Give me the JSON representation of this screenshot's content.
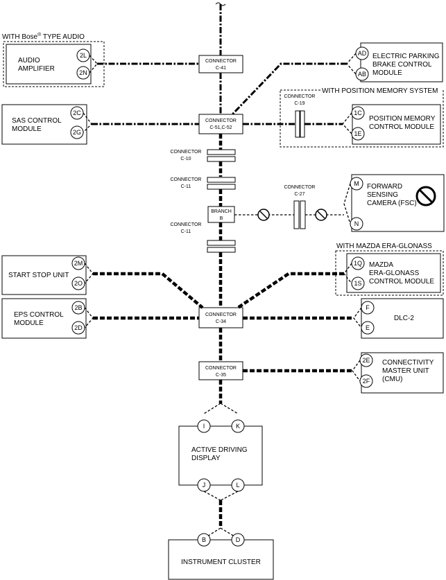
{
  "trunk": {
    "connector_c41": {
      "word": "CONNECTOR",
      "id": "C-41"
    },
    "connector_c51": {
      "word": "CONNECTOR",
      "id": "C-51,C-52"
    },
    "connector_c10": {
      "word": "CONNECTOR",
      "id": "C-10"
    },
    "connector_c11a": {
      "word": "CONNECTOR",
      "id": "C-11"
    },
    "branch_b": {
      "word": "BRANCH",
      "id": "B"
    },
    "connector_c11b": {
      "word": "CONNECTOR",
      "id": "C-11"
    },
    "connector_c34": {
      "word": "CONNECTOR",
      "id": "C-34"
    },
    "connector_c35": {
      "word": "CONNECTOR",
      "id": "C-35"
    }
  },
  "audio": {
    "group_prefix": "WITH Bose",
    "group_mark": "®",
    "group_suffix": " TYPE AUDIO",
    "name_line1": "AUDIO",
    "name_line2": "AMPLIFIER",
    "pins": [
      "2L",
      "2N"
    ]
  },
  "epb": {
    "name_line1": "ELECTRIC PARKING",
    "name_line2": "BRAKE CONTROL",
    "name_line3": "MODULE",
    "pins": [
      "AD",
      "AB"
    ]
  },
  "sas": {
    "name_line1": "SAS CONTROL",
    "name_line2": "MODULE",
    "pins": [
      "2C",
      "2G"
    ]
  },
  "position_memory": {
    "group_label": "WITH POSITION MEMORY SYSTEM",
    "connector_word": "CONNECTOR",
    "connector_id": "C-19",
    "name_line1": "POSITION MEMORY",
    "name_line2": "CONTROL MODULE",
    "pins": [
      "1C",
      "1E"
    ]
  },
  "fsc": {
    "connector_word": "CONNECTOR",
    "connector_id": "C-27",
    "name_line1": "FORWARD",
    "name_line2": "SENSING",
    "name_line3": "CAMERA (FSC)",
    "pins": [
      "M",
      "N"
    ]
  },
  "start_stop": {
    "name": "START STOP UNIT",
    "pins": [
      "2M",
      "2O"
    ]
  },
  "era_glonass": {
    "group_label": "WITH MAZDA ERA-GLONASS",
    "name_line1": "MAZDA",
    "name_line2": "ERA-GLONASS",
    "name_line3": "CONTROL MODULE",
    "pins": [
      "1Q",
      "1S"
    ]
  },
  "eps": {
    "name_line1": "EPS CONTROL",
    "name_line2": "MODULE",
    "pins": [
      "2B",
      "2D"
    ]
  },
  "dlc2": {
    "name": "DLC-2",
    "pins": [
      "F",
      "E"
    ]
  },
  "cmu": {
    "name_line1": "CONNECTIVITY",
    "name_line2": "MASTER UNIT",
    "name_line3": "(CMU)",
    "pins": [
      "2E",
      "2F"
    ]
  },
  "adisplay": {
    "name_line1": "ACTIVE DRIVING",
    "name_line2": "DISPLAY",
    "pins_top": [
      "I",
      "K"
    ],
    "pins_bottom": [
      "J",
      "L"
    ]
  },
  "cluster": {
    "name": "INSTRUMENT CLUSTER",
    "pins": [
      "B",
      "D"
    ]
  }
}
